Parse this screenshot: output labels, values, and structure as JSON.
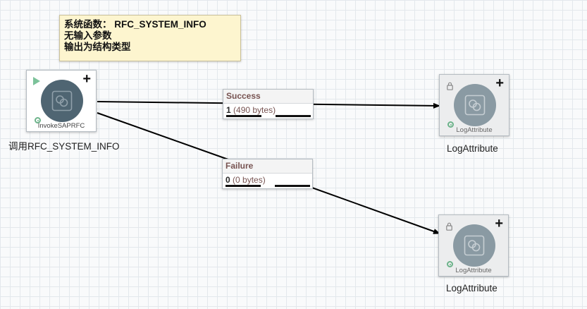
{
  "note": {
    "lines": [
      "系统函数：  RFC_SYSTEM_INFO",
      "无输入参数",
      "输出为结构类型"
    ]
  },
  "processors": [
    {
      "type": "InvokeSAPRFC",
      "name": "调用RFC_SYSTEM_INFO",
      "state": "stopped"
    },
    {
      "type": "LogAttribute",
      "name": "LogAttribute",
      "state": "disabled"
    },
    {
      "type": "LogAttribute",
      "name": "LogAttribute",
      "state": "disabled"
    }
  ],
  "connections": [
    {
      "relationship": "Success",
      "queued_count": "1",
      "queued_size": "(490 bytes)"
    },
    {
      "relationship": "Failure",
      "queued_count": "0",
      "queued_size": "(0 bytes)"
    }
  ],
  "colors": {
    "processor_circle": "#4f6572",
    "processor_circle_disabled": "#8a9aa3",
    "run_status": "#6cb38a",
    "connection_label": "#775351",
    "note_background": "#fdf5cf"
  }
}
